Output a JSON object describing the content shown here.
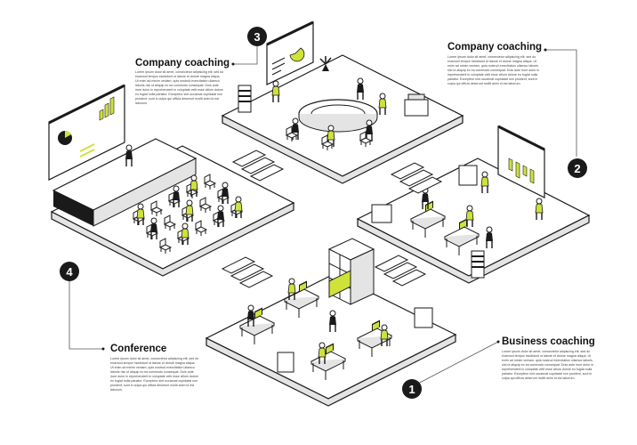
{
  "colors": {
    "accent": "#cfe23a",
    "ink": "#1a1a1a",
    "floor": "#ffffff",
    "shade": "#e4e4e4"
  },
  "sections": [
    {
      "badge": "3",
      "title": "Company coaching",
      "text": "Lorem ipsum dolor sit amet, consectetur adipiscing elit, sed do eiusmod tempor incididunt ut labore et dolore magna aliqua. Ut enim ad minim veniam, quis nostrud exercitation ullamco laboris nisi ut aliquip ex ea commodo consequat. Duis aute irure dolor in reprehenderit in voluptate velit esse cillum dolore eu fugiat nulla pariatur. Excepteur sint occaecat cupidatat non proident, sunt in culpa qui officia deserunt mollit anim id est laborum."
    },
    {
      "badge": "2",
      "title": "Company coaching",
      "text": "Lorem ipsum dolor sit amet, consectetur adipiscing elit, sed do eiusmod tempor incididunt ut labore et dolore magna aliqua. Ut enim ad minim veniam, quis nostrud exercitation ullamco laboris nisi ut aliquip ex ea commodo consequat. Duis aute irure dolor in reprehenderit in voluptate velit esse cillum dolore eu fugiat nulla pariatur. Excepteur sint occaecat cupidatat non proident, sunt in culpa qui officia deserunt mollit anim id est laborum."
    },
    {
      "badge": "4",
      "title": "Conference",
      "text": "Lorem ipsum dolor sit amet, consectetur adipiscing elit, sed do eiusmod tempor incididunt ut labore et dolore magna aliqua. Ut enim ad minim veniam, quis nostrud exercitation ullamco laboris nisi ut aliquip ex ea commodo consequat. Duis aute irure dolor in reprehenderit in voluptate velit esse cillum dolore eu fugiat nulla pariatur. Excepteur sint occaecat cupidatat non proident, sunt in culpa qui officia deserunt mollit anim id est laborum."
    },
    {
      "badge": "1",
      "title": "Business coaching",
      "text": "Lorem ipsum dolor sit amet, consectetur adipiscing elit, sed do eiusmod tempor incididunt ut labore et dolore magna aliqua. Ut enim ad minim veniam, quis nostrud exercitation ullamco laboris nisi ut aliquip ex ea commodo consequat. Duis aute irure dolor in reprehenderit in voluptate velit esse cillum dolore eu fugiat nulla pariatur. Excepteur sint occaecat cupidatat non proident, sunt in culpa qui officia deserunt mollit anim id est laborum."
    }
  ]
}
